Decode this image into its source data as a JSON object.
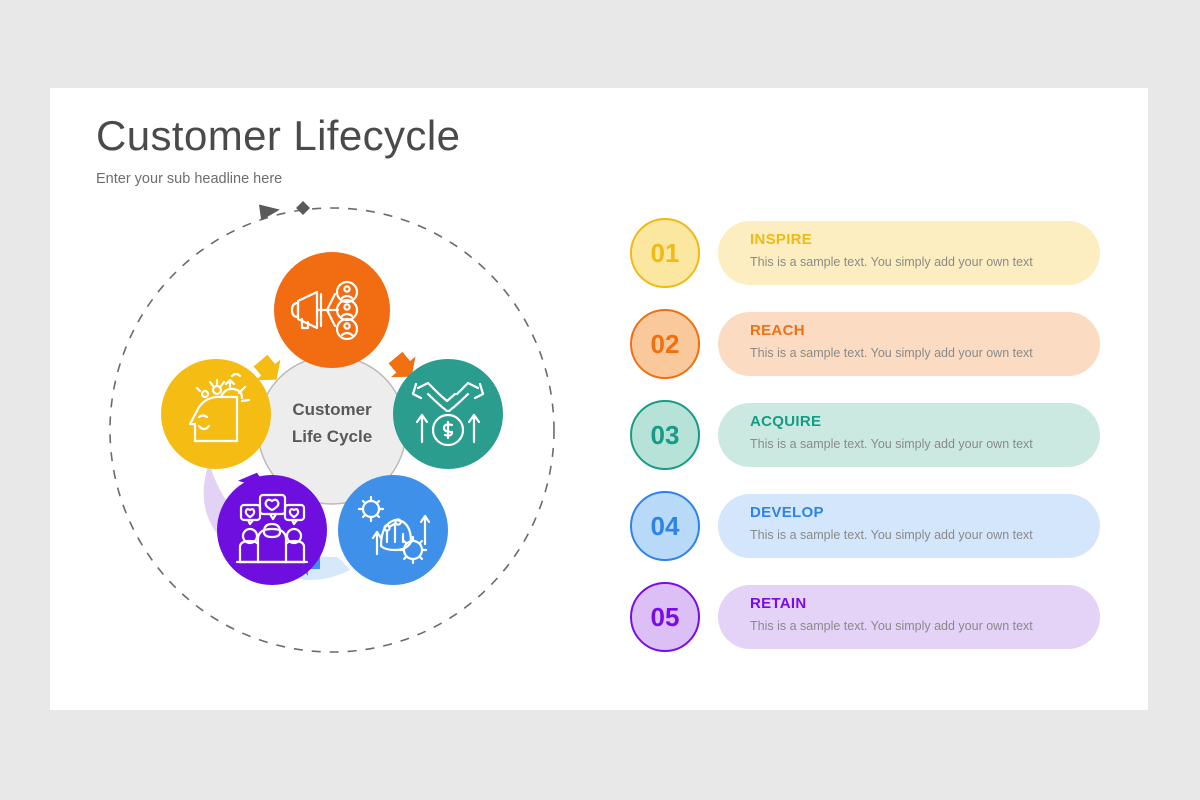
{
  "header": {
    "title": "Customer Lifecycle",
    "subheadline": "Enter your sub headline here"
  },
  "diagram": {
    "hub_line1": "Customer",
    "hub_line2": "Life Cycle",
    "hub_fill": "#ededed",
    "hub_stroke": "#b7b7b7",
    "outer_ring_style": "dashed",
    "outer_ring_color": "#6b6b6b",
    "nodes": [
      {
        "id": "inspire",
        "icon": "megaphone-broadcast-icon",
        "color": "#F26C12",
        "petal": "#FDE6C9",
        "arrow_color": "#F07012"
      },
      {
        "id": "reach",
        "icon": "handshake-money-icon",
        "color": "#2A9D8F",
        "petal": "#CFEAE4",
        "arrow_color": "#2A9D8F"
      },
      {
        "id": "acquire",
        "icon": "gears-growth-chart-icon",
        "color": "#3F90E8",
        "petal": "#D6E8FA",
        "arrow_color": "#3F90E8"
      },
      {
        "id": "develop",
        "icon": "people-hearts-icon",
        "color": "#6E0FE0",
        "petal": "#E2D2F5",
        "arrow_color": "#6E0FE0"
      },
      {
        "id": "retain",
        "icon": "head-ideas-icon",
        "color": "#F5BC13",
        "petal": "#FCEFC4",
        "arrow_color": "#F5BC13"
      }
    ]
  },
  "list": {
    "items": [
      {
        "number": "01",
        "title": "INSPIRE",
        "description": "This is a sample text. You simply add your own text",
        "accent": "#F0B914",
        "badge_fill": "#FBE7A0",
        "pill_fill": "#FCEEC0"
      },
      {
        "number": "02",
        "title": "REACH",
        "description": "This is a sample text. You simply add your own text",
        "accent": "#F0700F",
        "badge_fill": "#F9C99C",
        "pill_fill": "#FBDCC2"
      },
      {
        "number": "03",
        "title": "ACQUIRE",
        "description": "This is a sample text. You simply add your own text",
        "accent": "#179B86",
        "badge_fill": "#B6E2D7",
        "pill_fill": "#CCE9E1"
      },
      {
        "number": "04",
        "title": "DEVELOP",
        "description": "This is a sample text. You simply add your own text",
        "accent": "#2D83E8",
        "badge_fill": "#B9D9F8",
        "pill_fill": "#D4E6FB"
      },
      {
        "number": "05",
        "title": "RETAIN",
        "description": "This is a sample text. You simply add your own text",
        "accent": "#7A0CE8",
        "badge_fill": "#DCC0F5",
        "pill_fill": "#E4D2F7"
      }
    ]
  }
}
